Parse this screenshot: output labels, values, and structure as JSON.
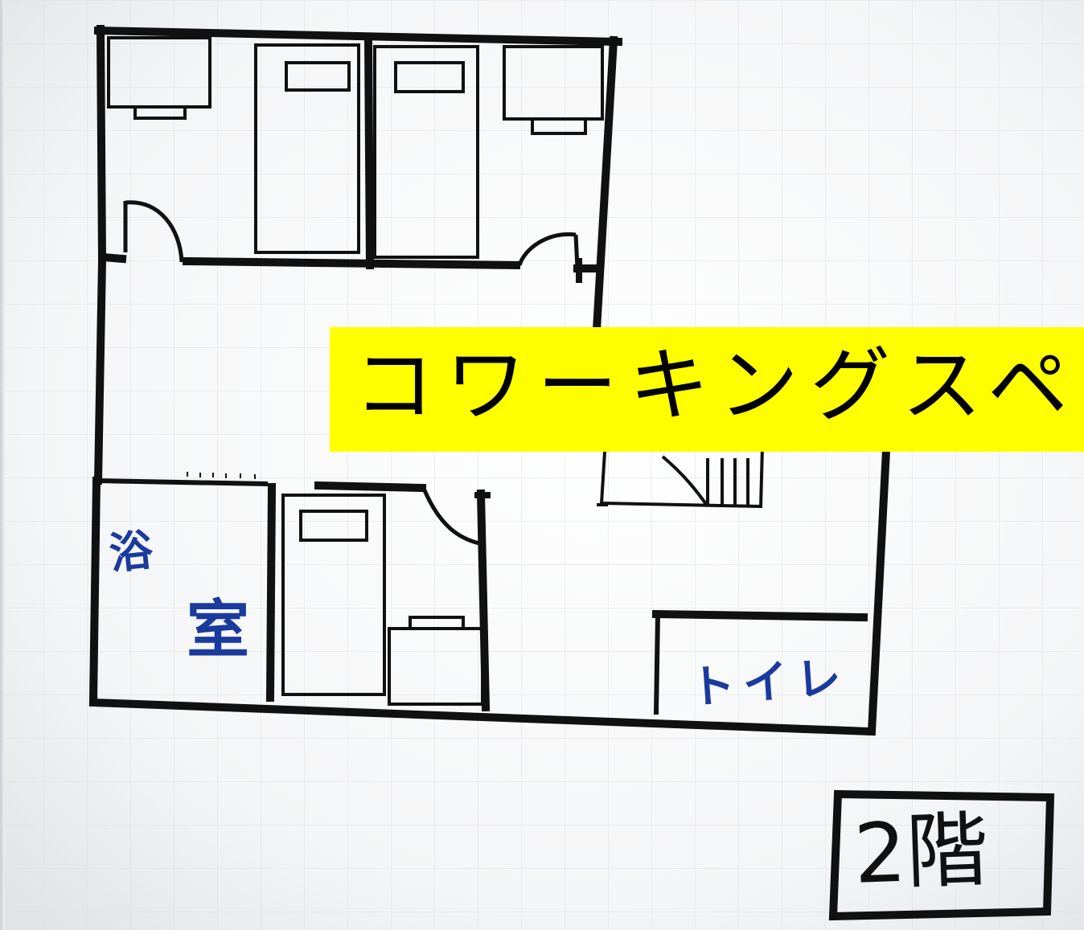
{
  "floor_plan": {
    "banner": {
      "text": "コワーキングスペー",
      "background": "#ffff00"
    },
    "rooms": {
      "bathroom": {
        "label_1": "浴",
        "label_2": "室"
      },
      "toilet": {
        "label": "トイレ"
      }
    },
    "floor_label": "2階",
    "colors": {
      "wall": "#111111",
      "handwriting": "#1a3a9c",
      "grid": "#d8dde3"
    }
  }
}
